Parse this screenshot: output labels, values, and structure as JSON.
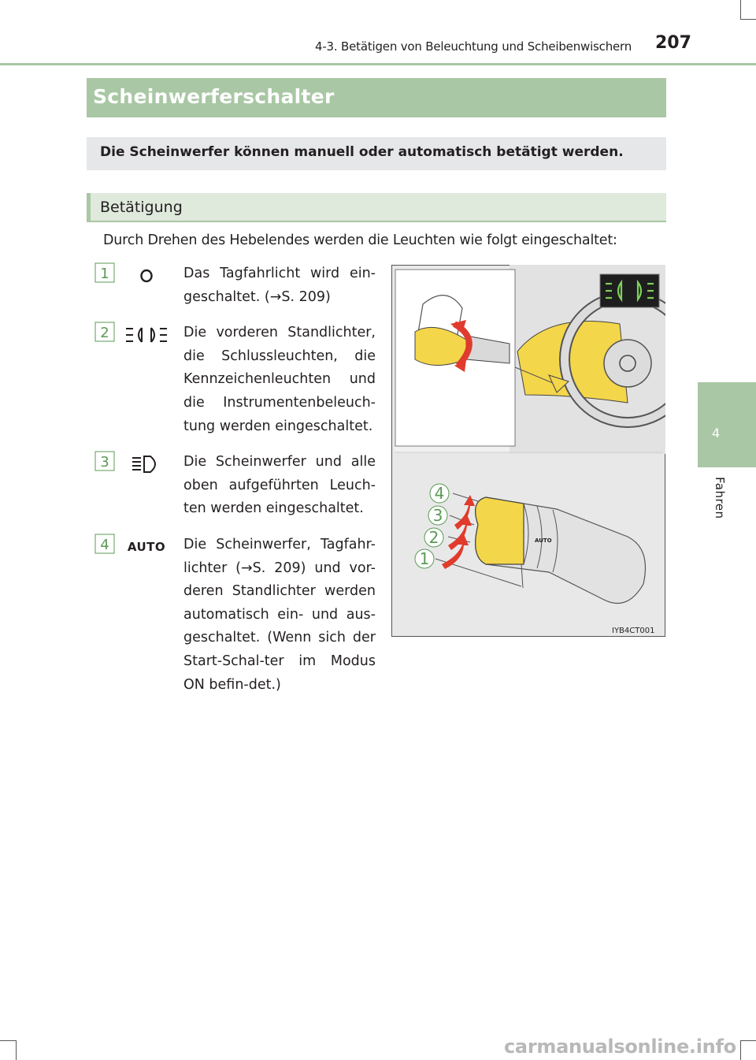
{
  "header": {
    "chapter_title": "4-3. Betätigen von Beleuchtung und Scheibenwischern",
    "page_number": "207"
  },
  "section": {
    "title": "Scheinwerferschalter",
    "intro": "Die Scheinwerfer können manuell oder automatisch betätigt werden."
  },
  "subsection": {
    "title": "Betätigung",
    "lead": "Durch Drehen des Hebelendes werden die Leuchten wie folgt eingeschaltet:"
  },
  "items": [
    {
      "number": "1",
      "icon": "daytime-running-light-icon",
      "text": "Das Tagfahrlicht wird ein-geschaltet. (→S. 209)"
    },
    {
      "number": "2",
      "icon": "parking-lights-icon",
      "text": "Die vorderen Standlichter, die Schlussleuchten, die Kennzeichenleuchten und die Instrumentenbeleuch-tung werden eingeschaltet."
    },
    {
      "number": "3",
      "icon": "headlight-icon",
      "symbol_text": "",
      "text": "Die Scheinwerfer und alle oben aufgeführten Leuch-ten werden eingeschaltet."
    },
    {
      "number": "4",
      "icon": "auto-icon",
      "symbol_text": "AUTO",
      "text": "Die Scheinwerfer, Tagfahr-lichter (→S. 209) und vor-deren Standlichter werden automatisch ein- und aus-geschaltet. (Wenn sich der Start-Schal-ter im Modus ON befin-det.)"
    }
  ],
  "figure": {
    "code": "IYB4CT001",
    "callouts": [
      "4",
      "3",
      "2",
      "1"
    ],
    "switch_labels": [
      "AUTO"
    ]
  },
  "side_tab": {
    "number": "4",
    "label": "Fahren"
  },
  "footer": {
    "brand": "carmanualsonline.info"
  },
  "colors": {
    "accent": "#a9c7a4",
    "callout_green": "#5b9a55",
    "arrow_red": "#e03b2d",
    "lever_yellow": "#f4d64a"
  }
}
